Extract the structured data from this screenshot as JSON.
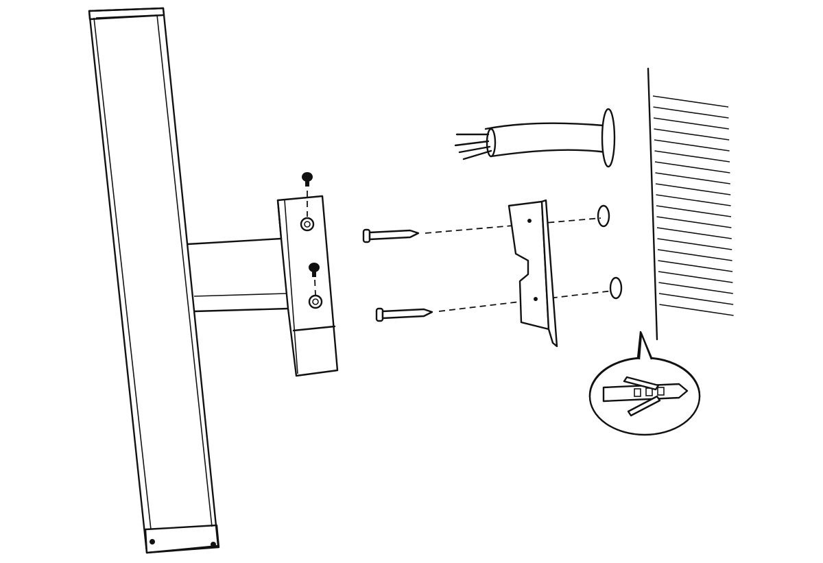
{
  "diagram": {
    "type": "exploded installation drawing",
    "colors": {
      "line": "#111111",
      "background": "#ffffff"
    },
    "parts": [
      "light-bar",
      "mounting-arm",
      "arm-block",
      "cap-screw",
      "wall-screw",
      "wall-bracket",
      "power-cable",
      "wall",
      "wall-plug-callout"
    ]
  }
}
